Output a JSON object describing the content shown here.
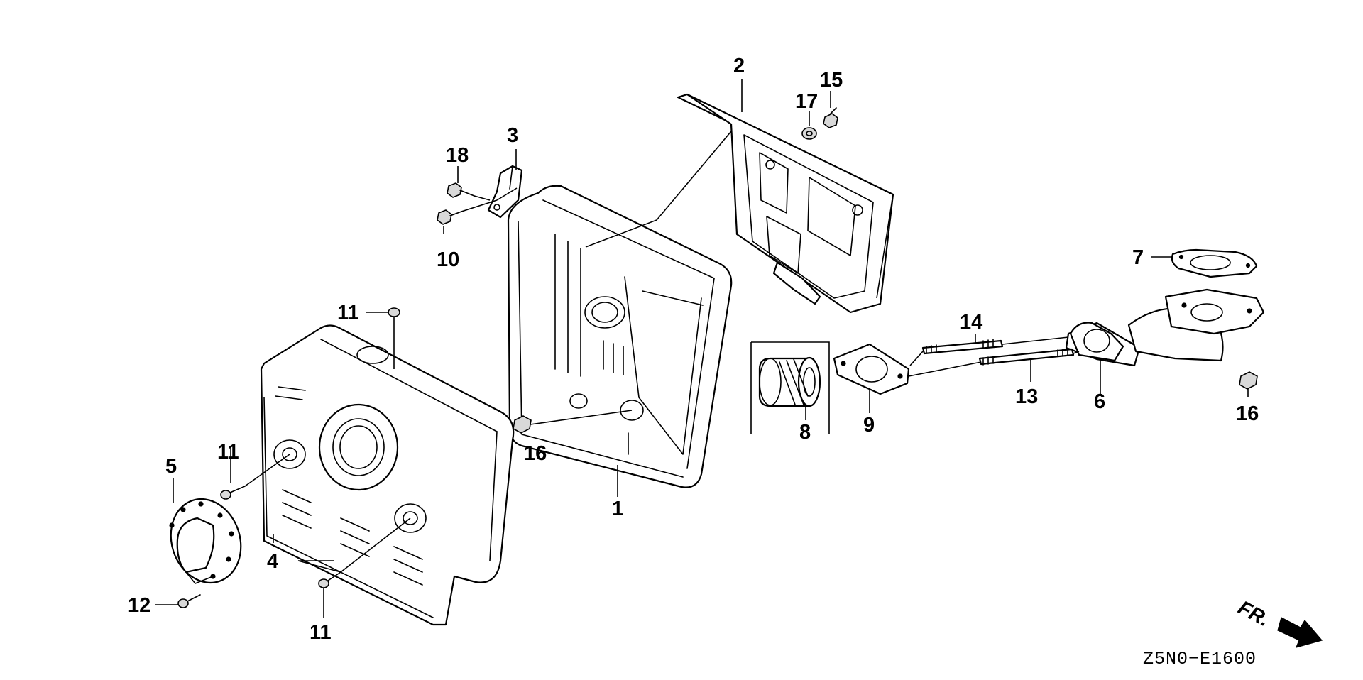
{
  "callouts": {
    "c1": "1",
    "c2": "2",
    "c3": "3",
    "c4": "4",
    "c5": "5",
    "c6": "6",
    "c7": "7",
    "c8": "8",
    "c9": "9",
    "c10": "10",
    "c11a": "11",
    "c11b": "11",
    "c11c": "11",
    "c12": "12",
    "c13": "13",
    "c14": "14",
    "c15": "15",
    "c16a": "16",
    "c16b": "16",
    "c17": "17",
    "c18": "18"
  },
  "diagram_code": "Z5N0−E1600",
  "direction_label": "FR."
}
